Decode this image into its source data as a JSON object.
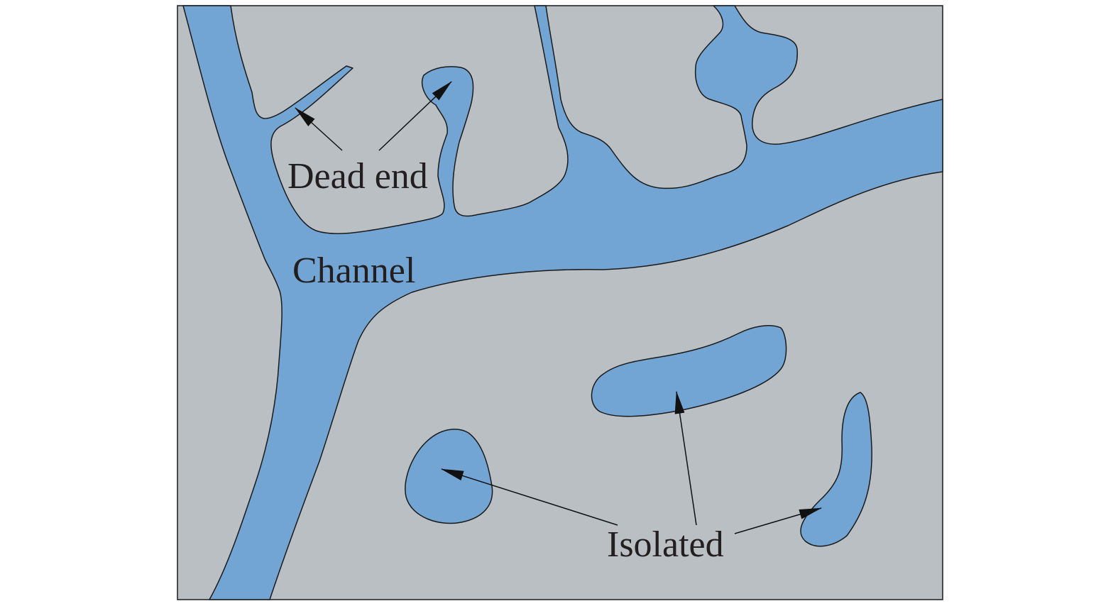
{
  "colors": {
    "matrix": "#babfc3",
    "pore": "#72a5d4",
    "outline": "#1a1a1a",
    "arrow": "#111111",
    "text": "#231f20"
  },
  "labels": {
    "dead_end": "Dead end",
    "channel": "Channel",
    "isolated": "Isolated"
  }
}
